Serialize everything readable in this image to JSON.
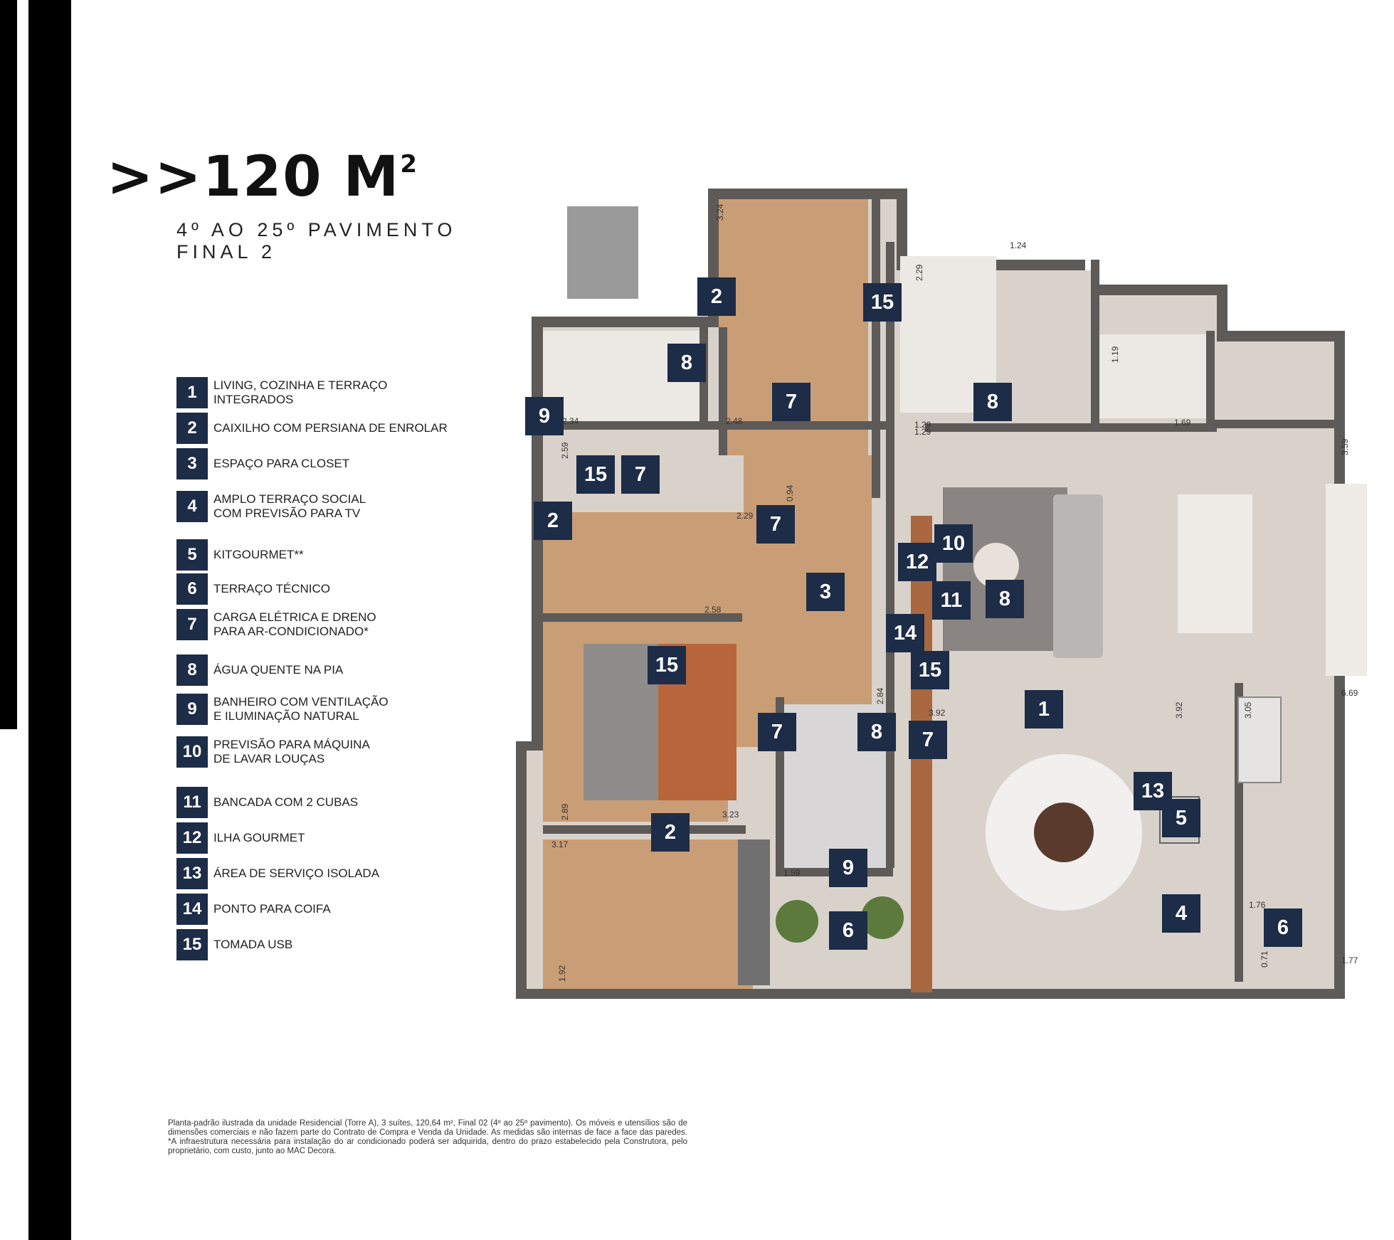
{
  "header": {
    "title": ">>120 M",
    "title_sup": "2",
    "subtitle_line1": "4º AO 25º PAVIMENTO",
    "subtitle_line2": "FINAL 2"
  },
  "legend": [
    {
      "num": "1",
      "text": "LIVING, COZINHA E TERRAÇO\nINTEGRADOS"
    },
    {
      "num": "2",
      "text": "CAIXILHO COM PERSIANA DE ENROLAR"
    },
    {
      "num": "3",
      "text": "ESPAÇO PARA CLOSET"
    },
    {
      "num": "4",
      "text": "AMPLO TERRAÇO SOCIAL\nCOM PREVISÃO PARA TV"
    },
    {
      "num": "5",
      "text": "KITGOURMET**"
    },
    {
      "num": "6",
      "text": "TERRAÇO TÉCNICO"
    },
    {
      "num": "7",
      "text": "CARGA ELÉTRICA E DRENO\nPARA AR-CONDICIONADO*"
    },
    {
      "num": "8",
      "text": "ÁGUA QUENTE NA PIA"
    },
    {
      "num": "9",
      "text": "BANHEIRO COM VENTILAÇÃO\nE ILUMINAÇÃO NATURAL"
    },
    {
      "num": "10",
      "text": "PREVISÃO PARA MÁQUINA\nDE LAVAR LOUÇAS"
    },
    {
      "num": "11",
      "text": "BANCADA COM 2 CUBAS"
    },
    {
      "num": "12",
      "text": "ILHA GOURMET"
    },
    {
      "num": "13",
      "text": "ÁREA DE SERVIÇO ISOLADA"
    },
    {
      "num": "14",
      "text": "PONTO PARA COIFA"
    },
    {
      "num": "15",
      "text": "TOMADA USB"
    }
  ],
  "footnote": "Planta-padrão ilustrada da unidade Residencial (Torre A), 3 suítes, 120,64 m², Final 02 (4º ao 25º pavimento). Os móveis e utensílios são de dimensões comerciais e não fazem parte do Contrato de Compra e Venda da Unidade. As medidas são internas de face a face das paredes. *A infraestrutura necessária para instalação do ar condicionado poderá ser adquirida, dentro do prazo estabelecido pela Construtora, pelo proprietário, com custo, junto ao MAC Decora.",
  "plan": {
    "markers": [
      "2",
      "15",
      "8",
      "8",
      "7",
      "9",
      "15",
      "7",
      "2",
      "7",
      "3",
      "12",
      "10",
      "11",
      "8",
      "14",
      "15",
      "1",
      "7",
      "8",
      "7",
      "13",
      "5",
      "4",
      "2",
      "9",
      "6",
      "6",
      "15"
    ],
    "dimensions": [
      "3.24",
      "2.29",
      "1.24",
      "1.19",
      "1.29",
      "2.48",
      "1.29",
      "1.69",
      "2.59",
      "0.94",
      "3.59",
      "2.29",
      "2.58",
      "2.84",
      "3.92",
      "3.92",
      "3.05",
      "6.69",
      "2.89",
      "3.23",
      "3.17",
      "1.59",
      "1.76",
      "1.92",
      "0.71",
      "1.77",
      "2.34"
    ]
  },
  "colors": {
    "marker_bg": "#1d2c47",
    "wall": "#5d5a58",
    "floor_tile": "#d6cfc8",
    "floor_wood": "#c89a72"
  }
}
